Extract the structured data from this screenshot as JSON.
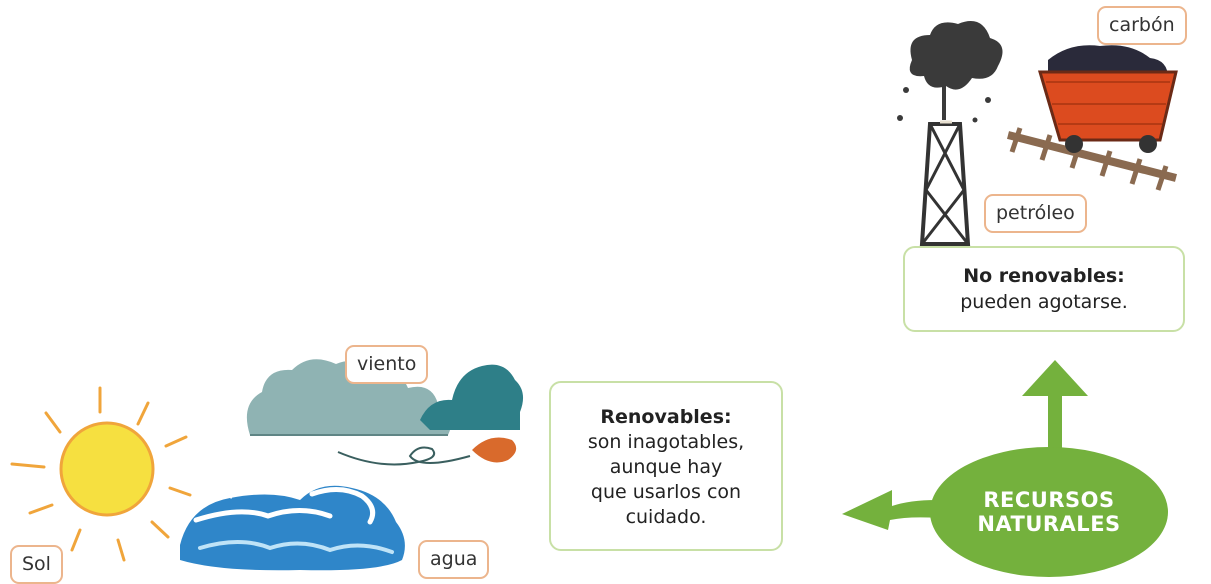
{
  "center": {
    "line1": "RECURSOS",
    "line2": "NATURALES"
  },
  "renovables": {
    "title": "Renovables:",
    "lines": [
      "son inagotables,",
      "aunque hay",
      "que usarlos con",
      "cuidado."
    ]
  },
  "no_renovables": {
    "title": "No renovables:",
    "text": "pueden agotarse."
  },
  "labels": {
    "sol": "Sol",
    "viento": "viento",
    "agua": "agua",
    "carbon": "carbón",
    "petroleo": "petróleo"
  },
  "colors": {
    "green": "#74b13d",
    "label_border": "#ecb58d",
    "box_border": "#c8e0a6",
    "sun": "#f6e040",
    "cloud": "#8fb3b3",
    "water": "#2f86c9",
    "cart": "#dc4b1f"
  }
}
